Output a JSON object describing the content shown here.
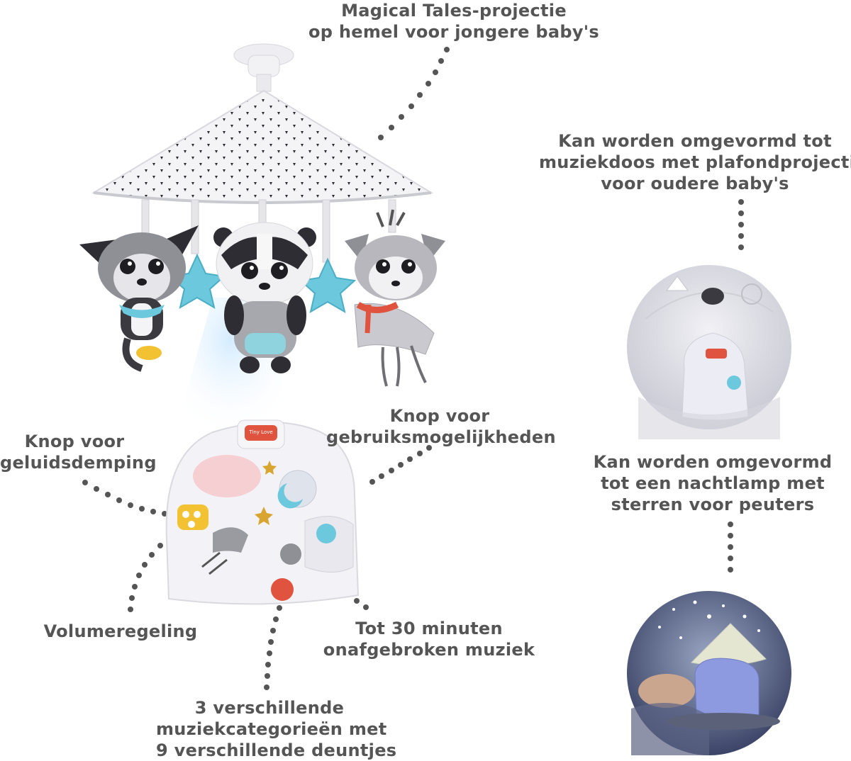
{
  "captions": {
    "projection": [
      "Magical Tales-projectie",
      "op hemel voor jongere baby's"
    ],
    "musicbox": [
      "Kan worden omgevormd tot",
      "muziekdoos met plafondprojectie",
      "voor oudere baby's"
    ],
    "nightlight": [
      "Kan worden omgevormd",
      "tot een nachtlamp met",
      "sterren voor peuters"
    ],
    "modes_button": [
      "Knop voor",
      "gebruiksmogelijkheden"
    ],
    "mute_button": [
      "Knop voor",
      "geluidsdemping"
    ],
    "volume": [
      "Volumeregeling"
    ],
    "timer": [
      "Tot 30 minuten",
      "onafgebroken muziek"
    ],
    "music": [
      "3 verschillende",
      "muziekcategorieën met",
      "9 verschillende deuntjes"
    ]
  },
  "brand_logo": "Tiny Love",
  "colors": {
    "text": "#555555",
    "dots": "#555555",
    "accent_blue": "#6cc8dd",
    "accent_red": "#e0543f",
    "accent_yellow": "#f2c233"
  }
}
